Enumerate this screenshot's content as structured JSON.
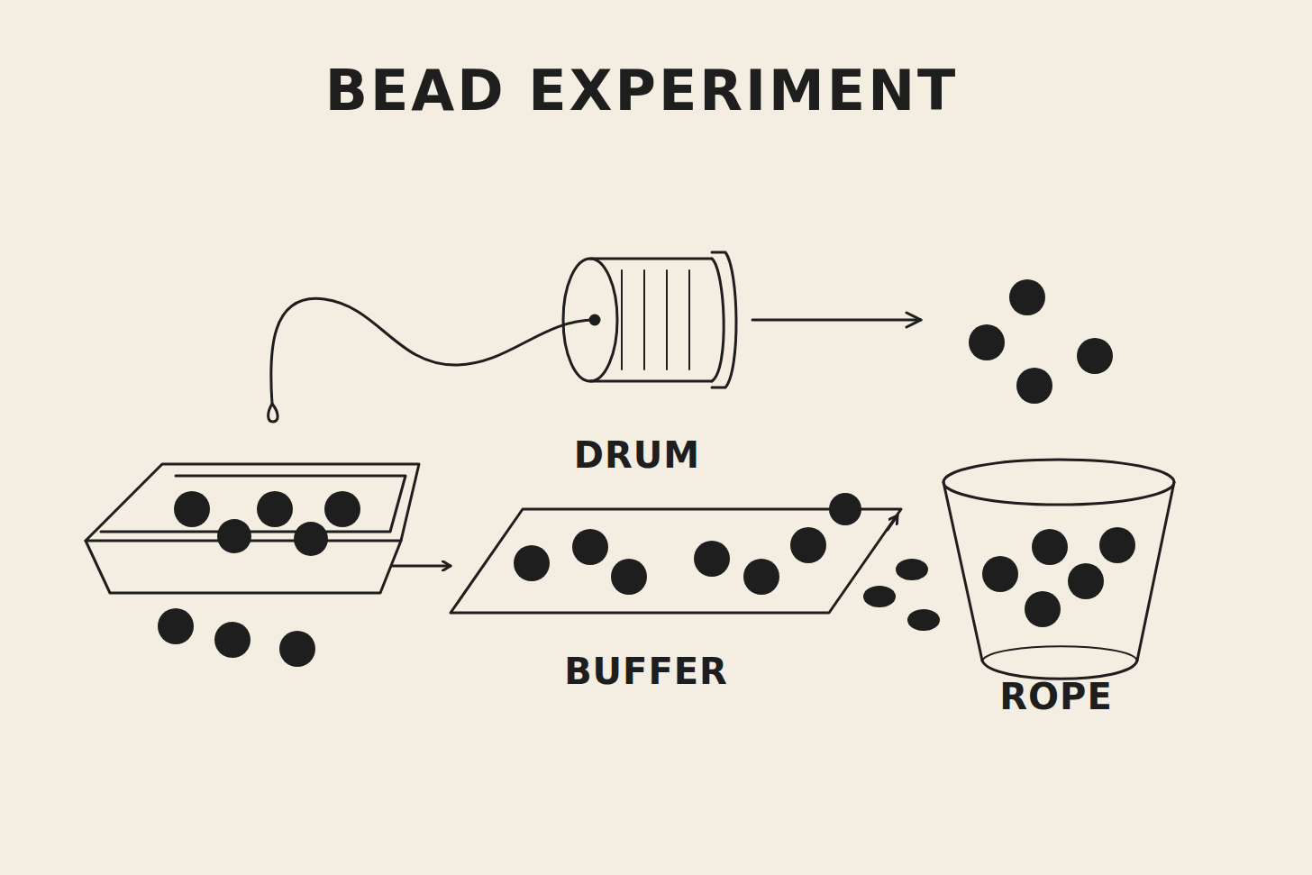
{
  "diagram": {
    "title": "BEAD EXPERIMENT",
    "labels": [
      "DRUM",
      "BUFFER",
      "ROPE"
    ]
  }
}
